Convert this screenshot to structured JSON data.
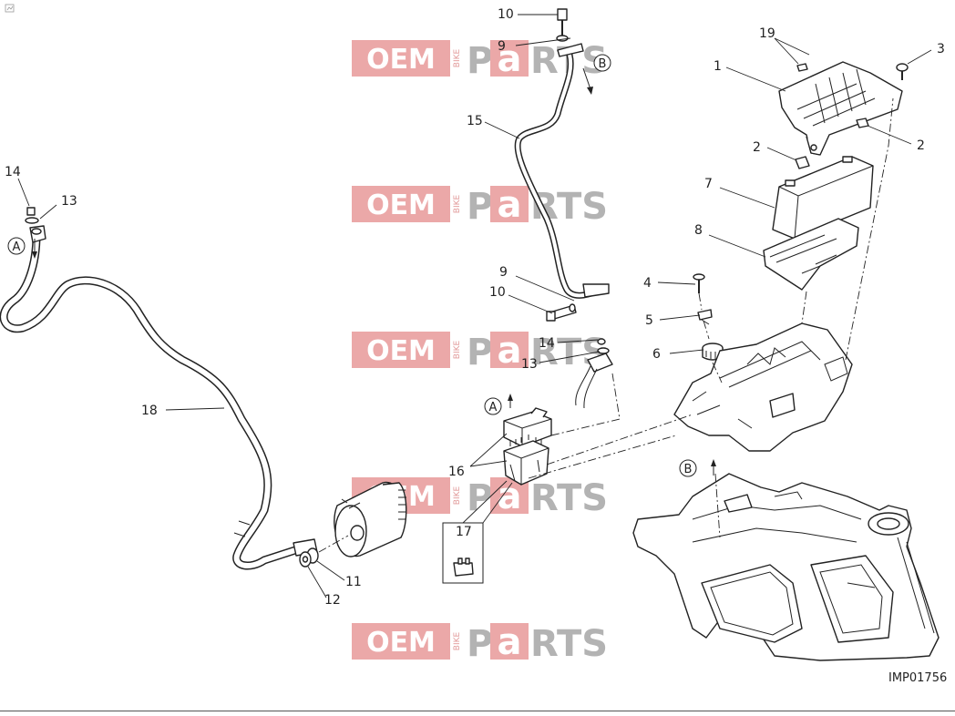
{
  "diagram": {
    "code": "IMP01756",
    "watermark": {
      "oem": "OEM",
      "bike": "BIKE",
      "p": "P",
      "a": "a",
      "rts": "RTS"
    },
    "refs": [
      {
        "id": "ref-a-top",
        "letter": "A"
      },
      {
        "id": "ref-a-fuse",
        "letter": "A"
      },
      {
        "id": "ref-b-top",
        "letter": "B"
      },
      {
        "id": "ref-b-frame",
        "letter": "B"
      }
    ],
    "callouts": [
      {
        "id": "10-top",
        "number": "10"
      },
      {
        "id": "9-top",
        "number": "9"
      },
      {
        "id": "15",
        "number": "15"
      },
      {
        "id": "19",
        "number": "19"
      },
      {
        "id": "3",
        "number": "3"
      },
      {
        "id": "1",
        "number": "1"
      },
      {
        "id": "2-left",
        "number": "2"
      },
      {
        "id": "2-right",
        "number": "2"
      },
      {
        "id": "7",
        "number": "7"
      },
      {
        "id": "8",
        "number": "8"
      },
      {
        "id": "14-left",
        "number": "14"
      },
      {
        "id": "13-left",
        "number": "13"
      },
      {
        "id": "9-mid",
        "number": "9"
      },
      {
        "id": "10-mid",
        "number": "10"
      },
      {
        "id": "4",
        "number": "4"
      },
      {
        "id": "5",
        "number": "5"
      },
      {
        "id": "6",
        "number": "6"
      },
      {
        "id": "14-mid",
        "number": "14"
      },
      {
        "id": "13-mid",
        "number": "13"
      },
      {
        "id": "18",
        "number": "18"
      },
      {
        "id": "16",
        "number": "16"
      },
      {
        "id": "17",
        "number": "17"
      },
      {
        "id": "11",
        "number": "11"
      },
      {
        "id": "12",
        "number": "12"
      }
    ]
  }
}
